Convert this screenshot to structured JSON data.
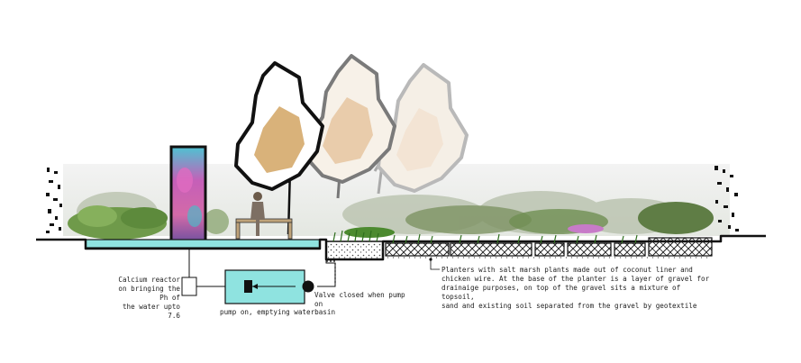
{
  "annotations": {
    "calcium_reactor": "Calcium reactor\non bringing the Ph of\nthe water upto 7.6",
    "pump": "pump on, emptying waterbasin",
    "valve": "Valve closed when pump\non",
    "planters": "Planters with salt marsh plants made out of coconut liner and\nchicken wire. At the base of the planter is a layer of gravel for\ndrainaige purposes, on top of the gravel sits a mixture of topsoil,\nsand and existing soil separated from the gravel by geotextile"
  },
  "colors": {
    "water": "#8fe3e0",
    "tree_fill_dark": "#d9b27a",
    "tree_fill_mid": "#e9ccab",
    "tree_fill_light": "#f3e4d4",
    "foliage": "#6f8f52",
    "flowers": "#c77bc8",
    "line": "#111111"
  },
  "icons": [
    "tree-outline-icon",
    "person-icon",
    "pump-icon",
    "valve-icon",
    "calcium-reactor-box-icon"
  ]
}
